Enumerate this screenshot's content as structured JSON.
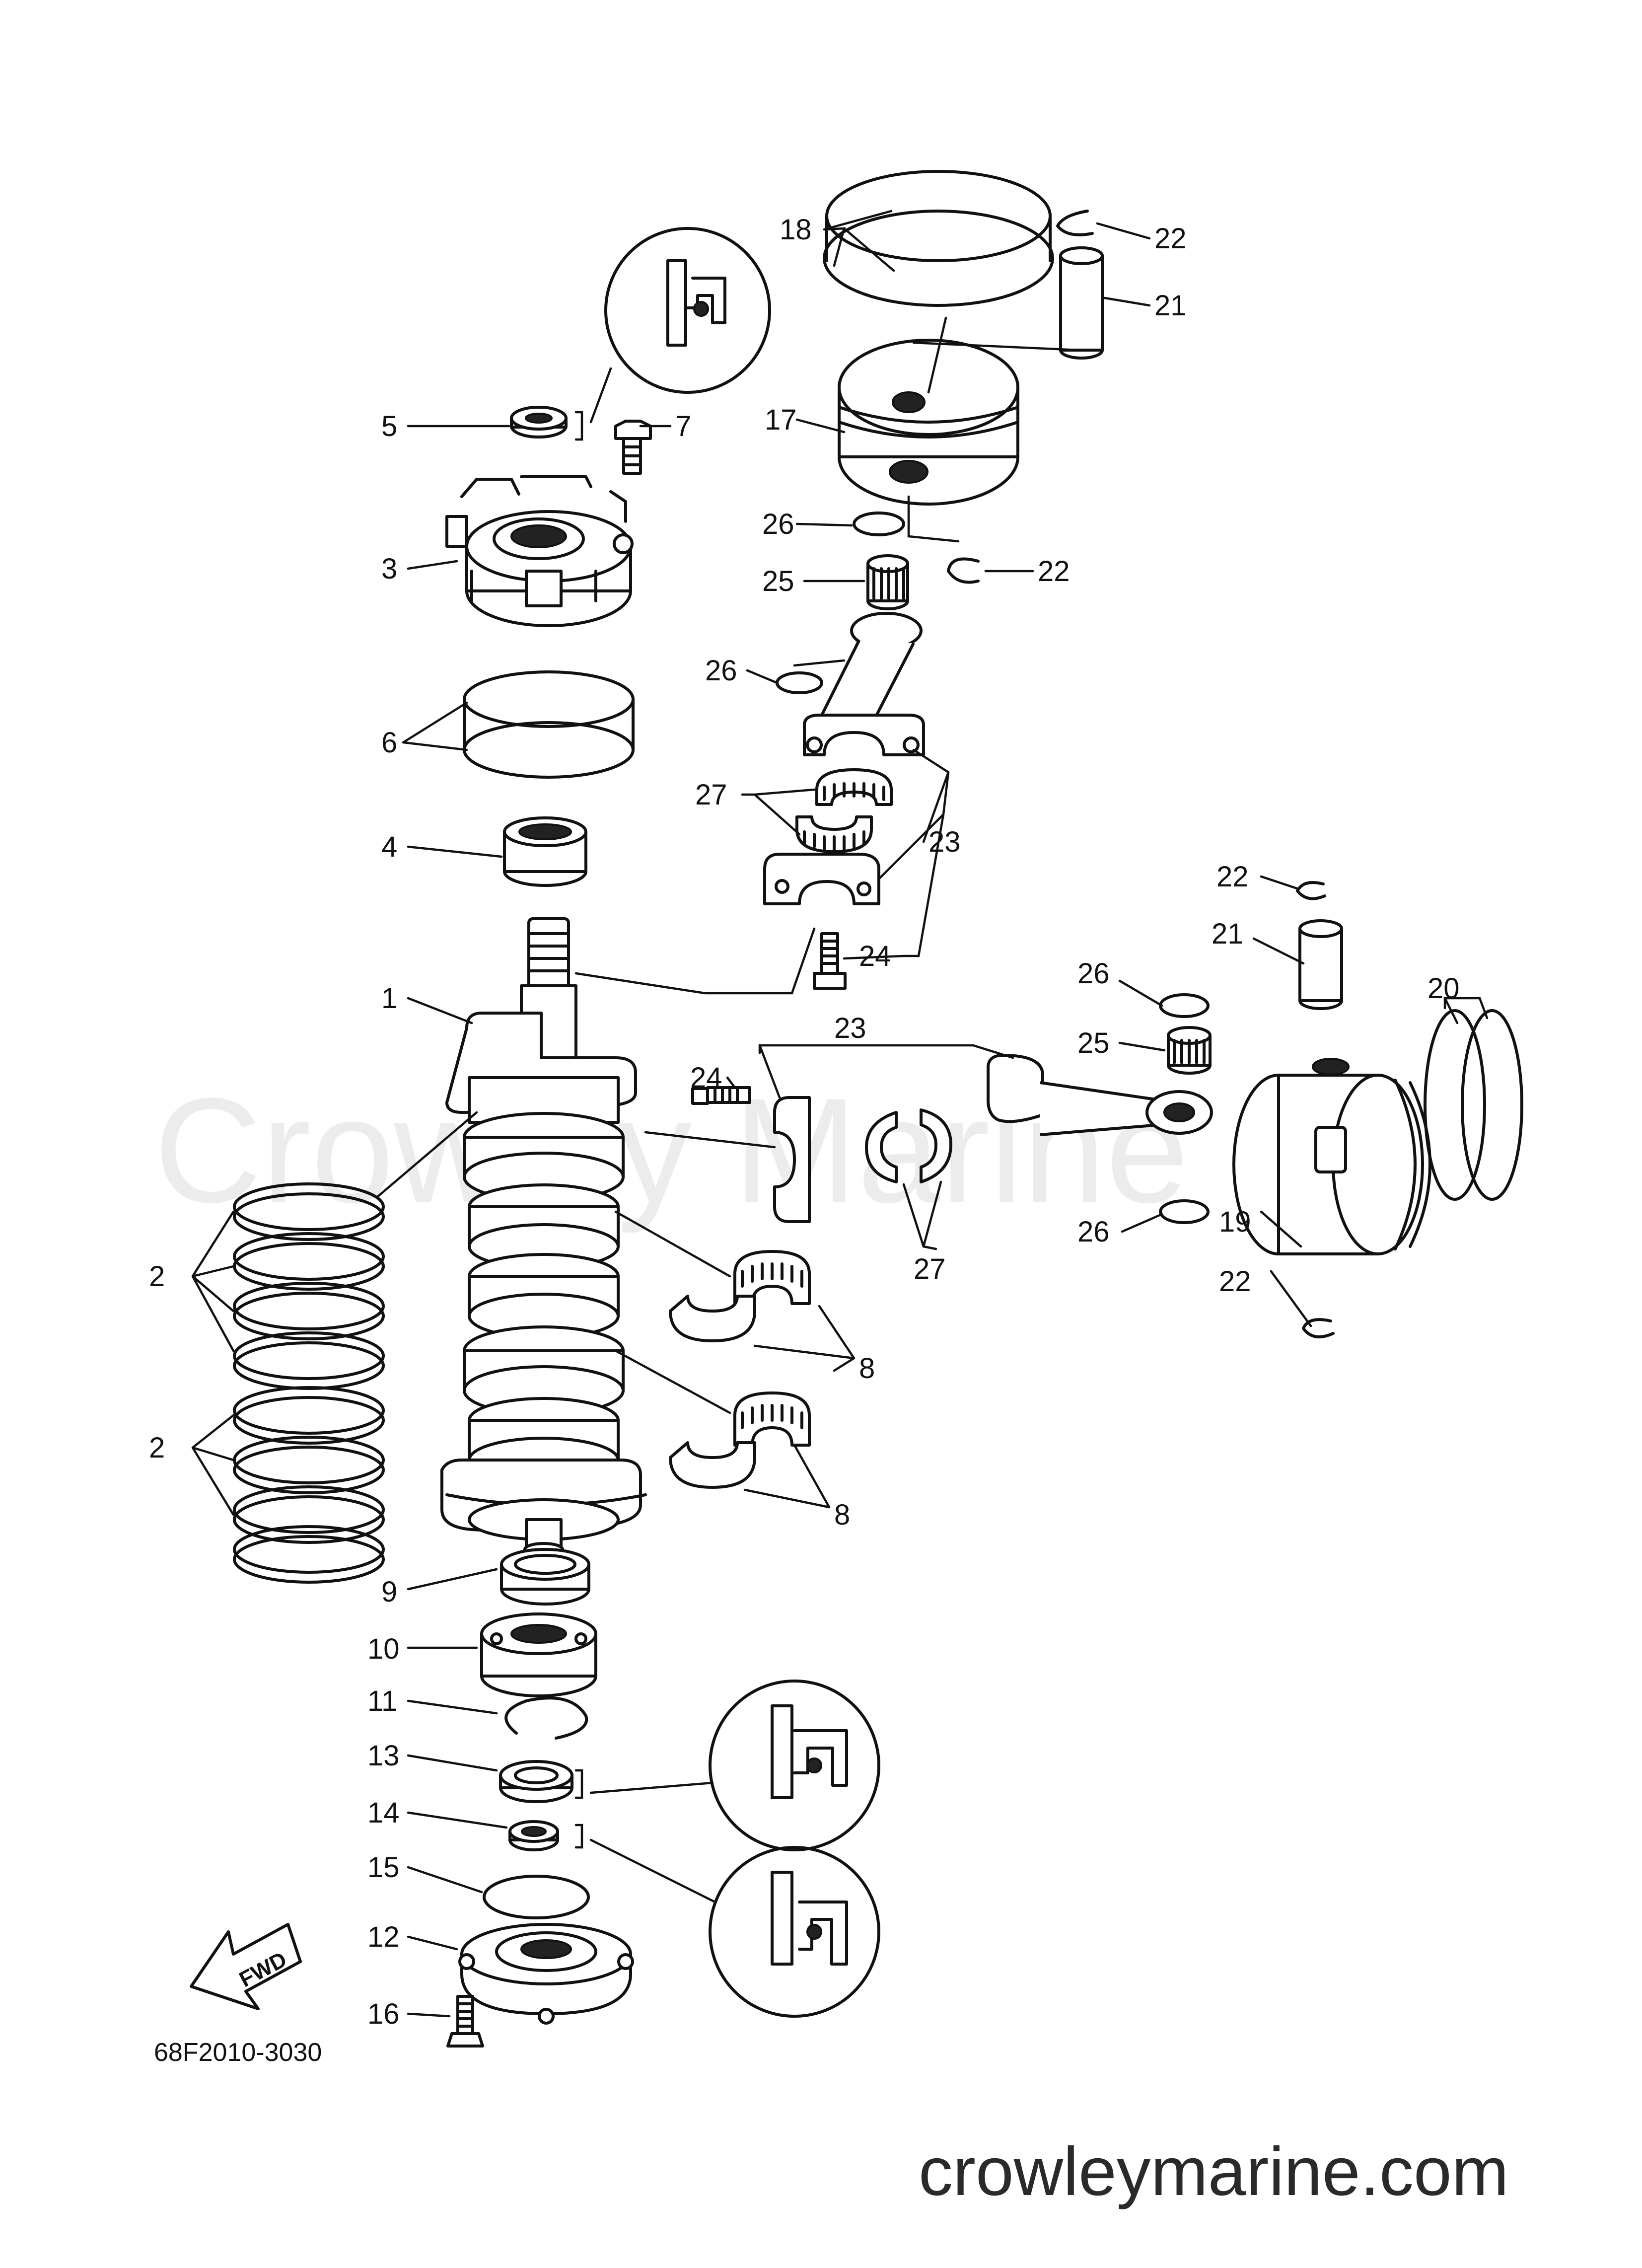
{
  "diagram": {
    "watermark": "Crowley Marine",
    "site_url": "crowleymarine.com",
    "drawing_code": "68F2010-3030",
    "fwd_label": "FWD",
    "callouts": [
      {
        "id": "c1",
        "label": "1"
      },
      {
        "id": "c2a",
        "label": "2"
      },
      {
        "id": "c2b",
        "label": "2"
      },
      {
        "id": "c3",
        "label": "3"
      },
      {
        "id": "c4",
        "label": "4"
      },
      {
        "id": "c5",
        "label": "5"
      },
      {
        "id": "c6",
        "label": "6"
      },
      {
        "id": "c7",
        "label": "7"
      },
      {
        "id": "c8a",
        "label": "8"
      },
      {
        "id": "c8b",
        "label": "8"
      },
      {
        "id": "c9",
        "label": "9"
      },
      {
        "id": "c10",
        "label": "10"
      },
      {
        "id": "c11",
        "label": "11"
      },
      {
        "id": "c12",
        "label": "12"
      },
      {
        "id": "c13",
        "label": "13"
      },
      {
        "id": "c14",
        "label": "14"
      },
      {
        "id": "c15",
        "label": "15"
      },
      {
        "id": "c16",
        "label": "16"
      },
      {
        "id": "c17",
        "label": "17"
      },
      {
        "id": "c18",
        "label": "18"
      },
      {
        "id": "c19",
        "label": "19"
      },
      {
        "id": "c20",
        "label": "20"
      },
      {
        "id": "c21a",
        "label": "21"
      },
      {
        "id": "c21b",
        "label": "21"
      },
      {
        "id": "c22a",
        "label": "22"
      },
      {
        "id": "c22b",
        "label": "22"
      },
      {
        "id": "c22c",
        "label": "22"
      },
      {
        "id": "c22d",
        "label": "22"
      },
      {
        "id": "c23a",
        "label": "23"
      },
      {
        "id": "c23b",
        "label": "23"
      },
      {
        "id": "c24a",
        "label": "24"
      },
      {
        "id": "c24b",
        "label": "24"
      },
      {
        "id": "c25a",
        "label": "25"
      },
      {
        "id": "c25b",
        "label": "25"
      },
      {
        "id": "c26a",
        "label": "26"
      },
      {
        "id": "c26b",
        "label": "26"
      },
      {
        "id": "c26c",
        "label": "26"
      },
      {
        "id": "c26d",
        "label": "26"
      },
      {
        "id": "c27a",
        "label": "27"
      },
      {
        "id": "c27b",
        "label": "27"
      }
    ]
  }
}
